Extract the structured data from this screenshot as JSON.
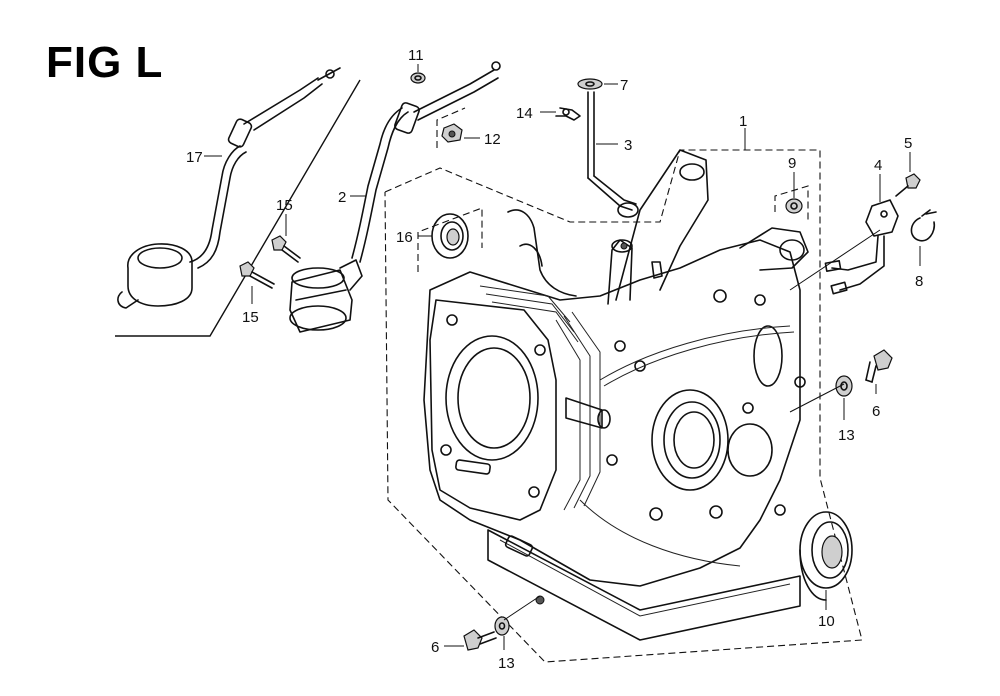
{
  "figure": {
    "title": "FIG L"
  },
  "callouts": [
    {
      "id": "c1",
      "label": "1"
    },
    {
      "id": "c2",
      "label": "2"
    },
    {
      "id": "c3",
      "label": "3"
    },
    {
      "id": "c4",
      "label": "4"
    },
    {
      "id": "c5",
      "label": "5"
    },
    {
      "id": "c6a",
      "label": "6"
    },
    {
      "id": "c6b",
      "label": "6"
    },
    {
      "id": "c7",
      "label": "7"
    },
    {
      "id": "c8",
      "label": "8"
    },
    {
      "id": "c9",
      "label": "9"
    },
    {
      "id": "c10",
      "label": "10"
    },
    {
      "id": "c11",
      "label": "11"
    },
    {
      "id": "c12",
      "label": "12"
    },
    {
      "id": "c13a",
      "label": "13"
    },
    {
      "id": "c13b",
      "label": "13"
    },
    {
      "id": "c14",
      "label": "14"
    },
    {
      "id": "c15a",
      "label": "15"
    },
    {
      "id": "c15b",
      "label": "15"
    },
    {
      "id": "c16",
      "label": "16"
    },
    {
      "id": "c17",
      "label": "17"
    }
  ]
}
